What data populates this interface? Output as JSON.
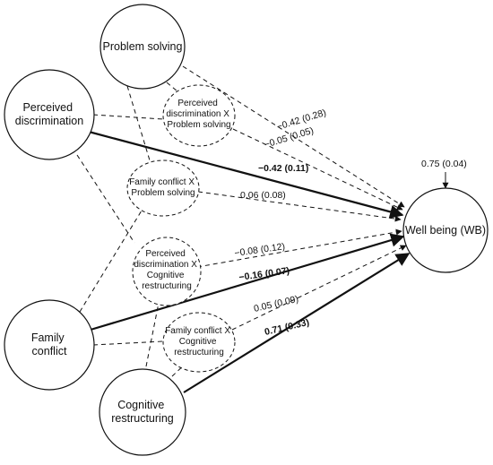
{
  "nodes": {
    "problem_solving": {
      "lines": [
        "Problem solving"
      ]
    },
    "perceived_discrimination": {
      "lines": [
        "Perceived",
        "discrimination"
      ]
    },
    "family_conflict": {
      "lines": [
        "Family",
        "conflict"
      ]
    },
    "cognitive_restructuring": {
      "lines": [
        "Cognitive",
        "restructuring"
      ]
    },
    "well_being": {
      "lines": [
        "Well being (WB)"
      ]
    },
    "pd_x_ps": {
      "lines": [
        "Perceived",
        "discrimination X",
        "Problem solving"
      ]
    },
    "fc_x_ps": {
      "lines": [
        "Family conflict X",
        "Problem solving"
      ]
    },
    "pd_x_cr": {
      "lines": [
        "Perceived",
        "discrimination X",
        "Cognitive",
        "restructuring"
      ]
    },
    "fc_x_cr": {
      "lines": [
        "Family conflict X",
        "Cognitive",
        "restructuring"
      ]
    }
  },
  "coefficients": {
    "ps_wb": "−0.42 (0.28)",
    "pdxps_wb": "−0.05 (0.05)",
    "pd_wb": "−0.42 (0.11)",
    "fcxps_wb": "0.06 (0.08)",
    "pdxcr_wb": "−0.08 (0.12)",
    "fc_wb": "−0.16 (0.07)",
    "fcxcr_wb": "0.05 (0.09)",
    "cr_wb": "0.71 (0.33)",
    "residual": "0.75 (0.04)"
  }
}
